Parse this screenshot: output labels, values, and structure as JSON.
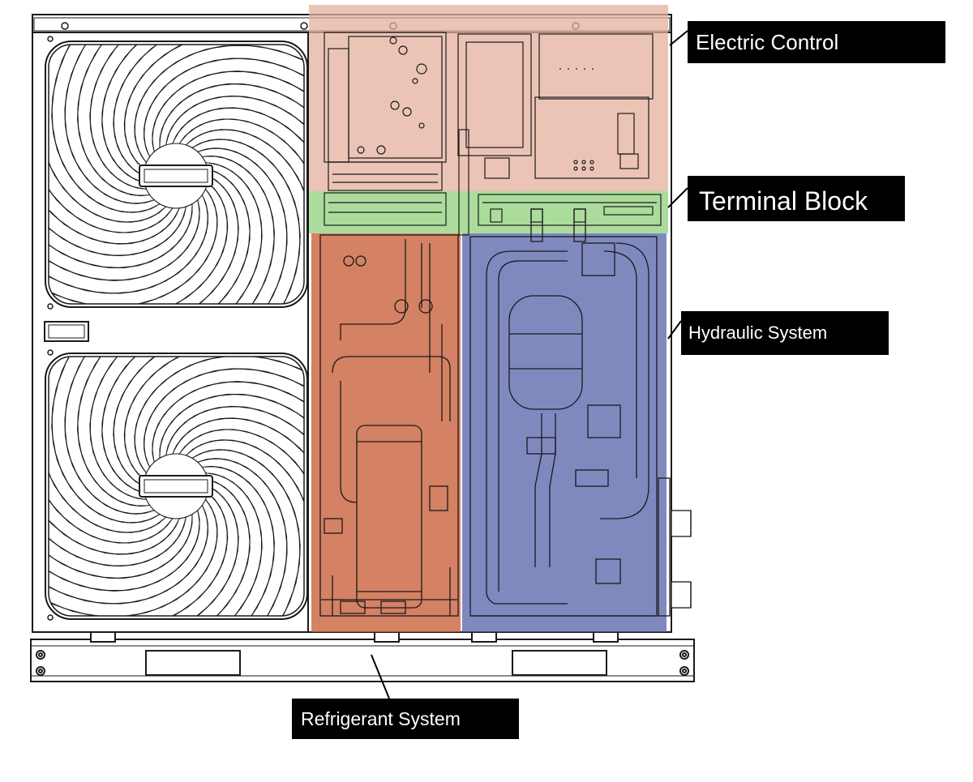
{
  "labels": {
    "electric_control": "Electric Control",
    "terminal_block": "Terminal Block",
    "hydraulic_system": "Hydraulic System",
    "refrigerant_system": "Refrigerant System"
  },
  "colors": {
    "electric_control_zone": "#e4b09c",
    "terminal_block_zone": "#8fd07a",
    "hydraulic_system_zone": "#5561a8",
    "refrigerant_system_zone": "#c9613d",
    "callout_background": "#000000",
    "callout_text": "#ffffff",
    "line_art": "#1a1a1a"
  }
}
